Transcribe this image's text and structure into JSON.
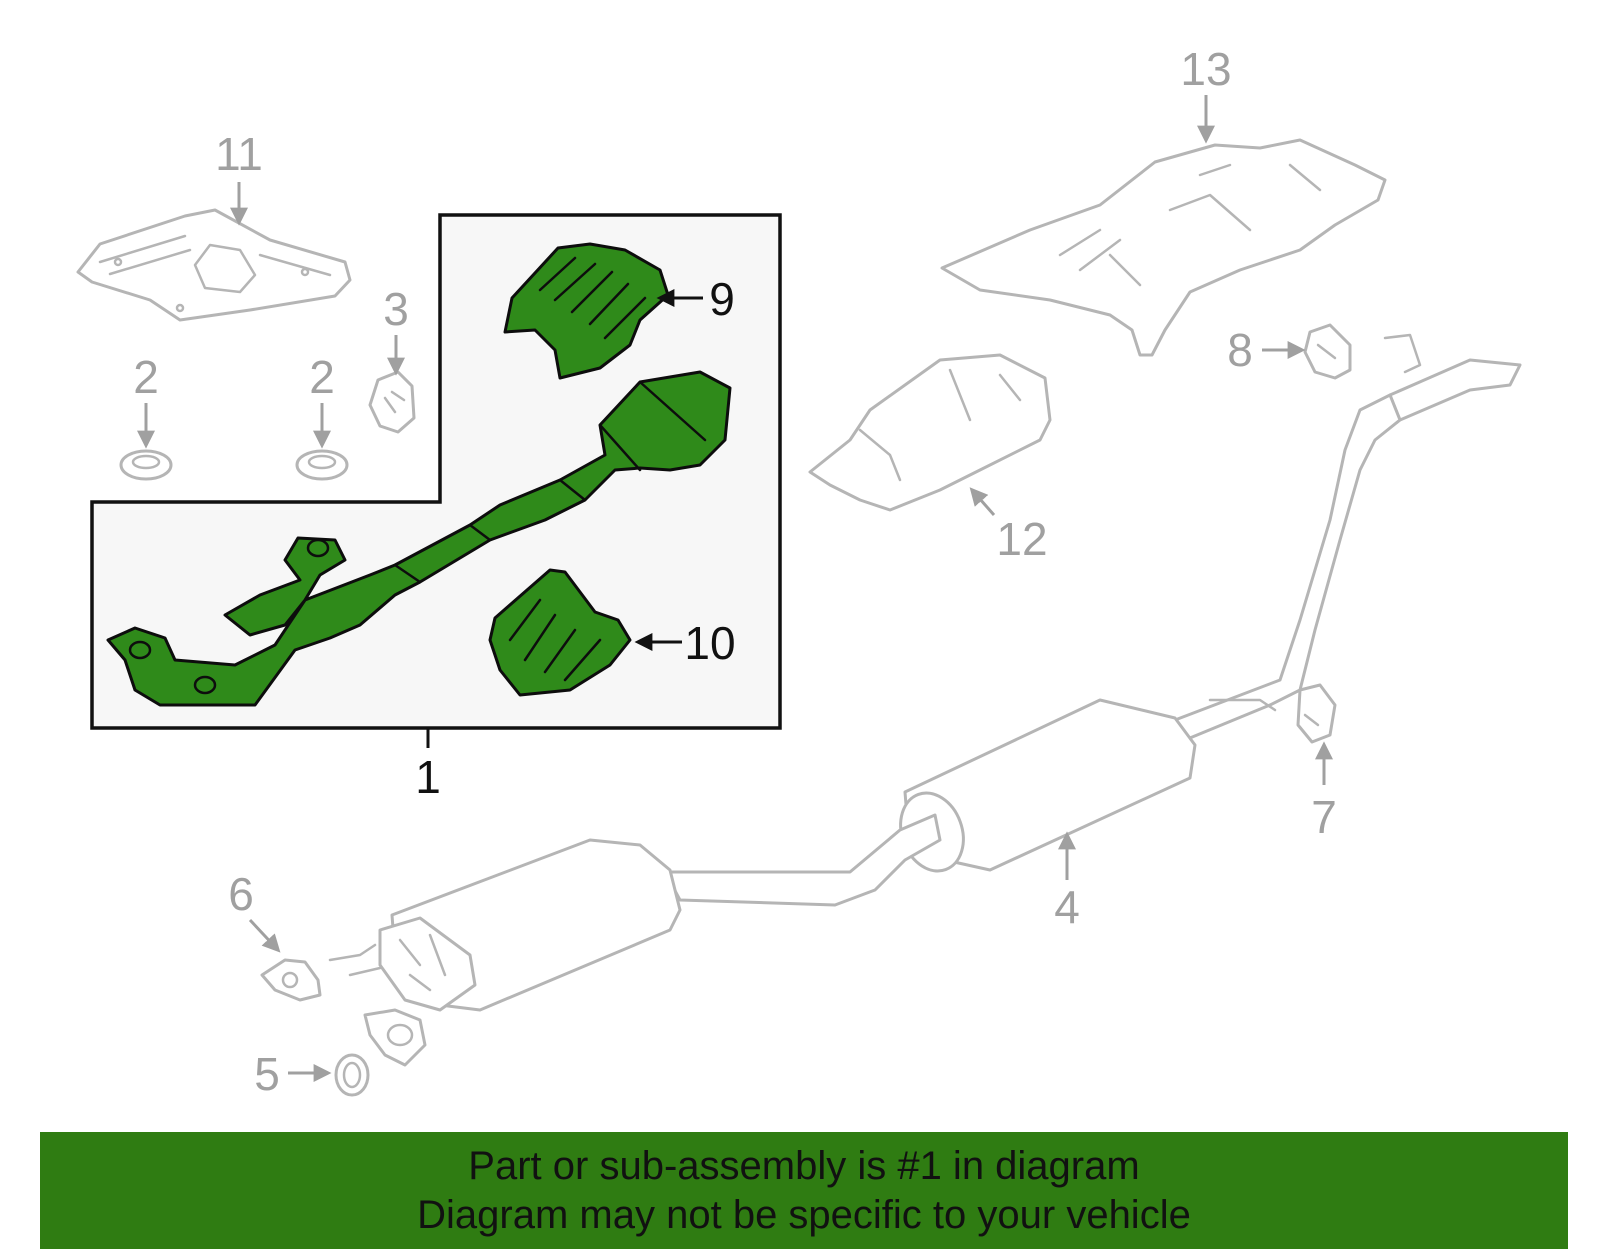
{
  "callouts": {
    "c1": "1",
    "c2a": "2",
    "c2b": "2",
    "c3": "3",
    "c4": "4",
    "c5": "5",
    "c6": "6",
    "c7": "7",
    "c8": "8",
    "c9": "9",
    "c10": "10",
    "c11": "11",
    "c12": "12",
    "c13": "13"
  },
  "banner": {
    "line1": "Part or sub-assembly is #1 in diagram",
    "line2": "Diagram may not be specific to your vehicle"
  },
  "colors": {
    "highlight": "#2f8a1a",
    "banner": "#2f7c12",
    "ghost_stroke": "#b5b5b5"
  }
}
